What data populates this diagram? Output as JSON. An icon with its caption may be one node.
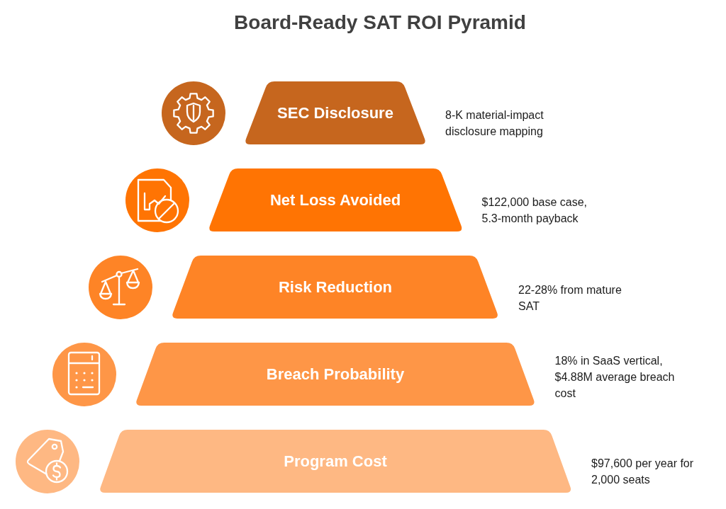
{
  "diagram": {
    "title": "Board-Ready SAT ROI Pyramid",
    "nodes": [
      {
        "text": [
          "SEC Disclosure"
        ],
        "beside": [
          "8-K material-impact disclosure mapping"
        ]
      },
      {
        "text": [
          "Net Loss Avoided"
        ],
        "beside": [
          "$122,000 base case, 5.3-month payback"
        ]
      },
      {
        "text": [
          "Risk Reduction"
        ],
        "beside": [
          "22-28% from mature SAT"
        ]
      },
      {
        "text": [
          "Breach Probability"
        ],
        "beside": [
          "18% in SaaS vertical, $4.88M average breach cost"
        ]
      },
      {
        "text": [
          "Program Cost"
        ],
        "beside": [
          "$97,600 per year for 2,000 seats"
        ]
      }
    ]
  }
}
